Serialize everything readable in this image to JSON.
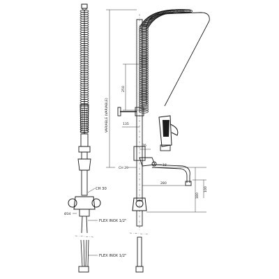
{
  "left_view": {
    "labels": {
      "ch30": "CH 30",
      "dia34": "Ø34",
      "flex_upper": "FLEX INOX 1/2\"",
      "flex_lower": "FLEX INOX 1/2\""
    }
  },
  "right_view": {
    "labels": {
      "variable_length": "VARIABLE (VARIABLE)",
      "dim_250": "250",
      "dim_135": "135",
      "dim_76": "76",
      "dim_18": "18",
      "dim_ch29": "CH 29",
      "dim_280": "280",
      "dim_180": "180",
      "dim_100": "100"
    }
  }
}
